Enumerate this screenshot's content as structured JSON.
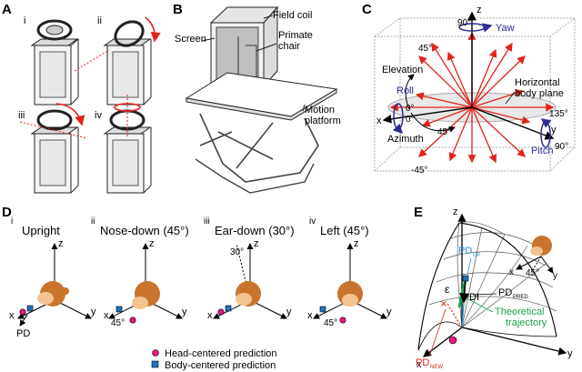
{
  "panels": {
    "A": {
      "letter": "A",
      "subpanels": [
        "i",
        "ii",
        "iii",
        "iv"
      ]
    },
    "B": {
      "letter": "B",
      "labels": {
        "field_coil": "Field coil",
        "screen": "Screen",
        "primate_chair_line1": "Primate",
        "primate_chair_line2": "chair",
        "motion_platform_line1": "Motion",
        "motion_platform_line2": "platform"
      }
    },
    "C": {
      "letter": "C",
      "labels": {
        "z": "z",
        "x": "x",
        "y": "y",
        "yaw": "Yaw",
        "roll": "Roll",
        "pitch": "Pitch",
        "elevation": "Elevation",
        "azimuth": "Azimuth",
        "horizontal_line1": "Horizontal",
        "horizontal_line2": "body plane"
      },
      "angles": {
        "a90_top": "90°",
        "a45_upper": "45°",
        "a0_left1": "0°",
        "a0_left2": "0°",
        "a45_lower": "45°",
        "a135": "135°",
        "a90_right": "90°",
        "an45": "-45°"
      }
    },
    "D": {
      "letter": "D",
      "conditions": [
        {
          "num": "i",
          "label": "Upright"
        },
        {
          "num": "ii",
          "label": "Nose-down (45°)"
        },
        {
          "num": "iii",
          "label": "Ear-down (30°)"
        },
        {
          "num": "iv",
          "label": "Left (45°)"
        }
      ],
      "axes": {
        "x": "x",
        "y": "y",
        "z": "z"
      },
      "pd": "PD",
      "angle_45a": "45°",
      "angle_30": "30°",
      "angle_45b": "45°",
      "legend": {
        "head": "Head-centered prediction",
        "body": "Body-centered prediction"
      },
      "colors": {
        "head": "#e5197d",
        "body": "#1e73be"
      }
    },
    "E": {
      "letter": "E",
      "z": "z",
      "x": "x",
      "y": "y",
      "pd_up": "PD",
      "pd_up_sub": "UP",
      "pd_pred": "PD",
      "pd_pred_sub": "PRED",
      "pd_new": "PD",
      "pd_new_sub": "NEW",
      "epsilon": "ε",
      "di": "DI",
      "trajectory_line1": "Theoretical",
      "trajectory_line2": "trajectory",
      "inset_angle": "45°",
      "inset_x": "x",
      "inset_y": "y",
      "colors": {
        "pd_up": "#1e9ad6",
        "trajectory": "#1aa44a",
        "pd_new": "#e2231a"
      }
    }
  }
}
